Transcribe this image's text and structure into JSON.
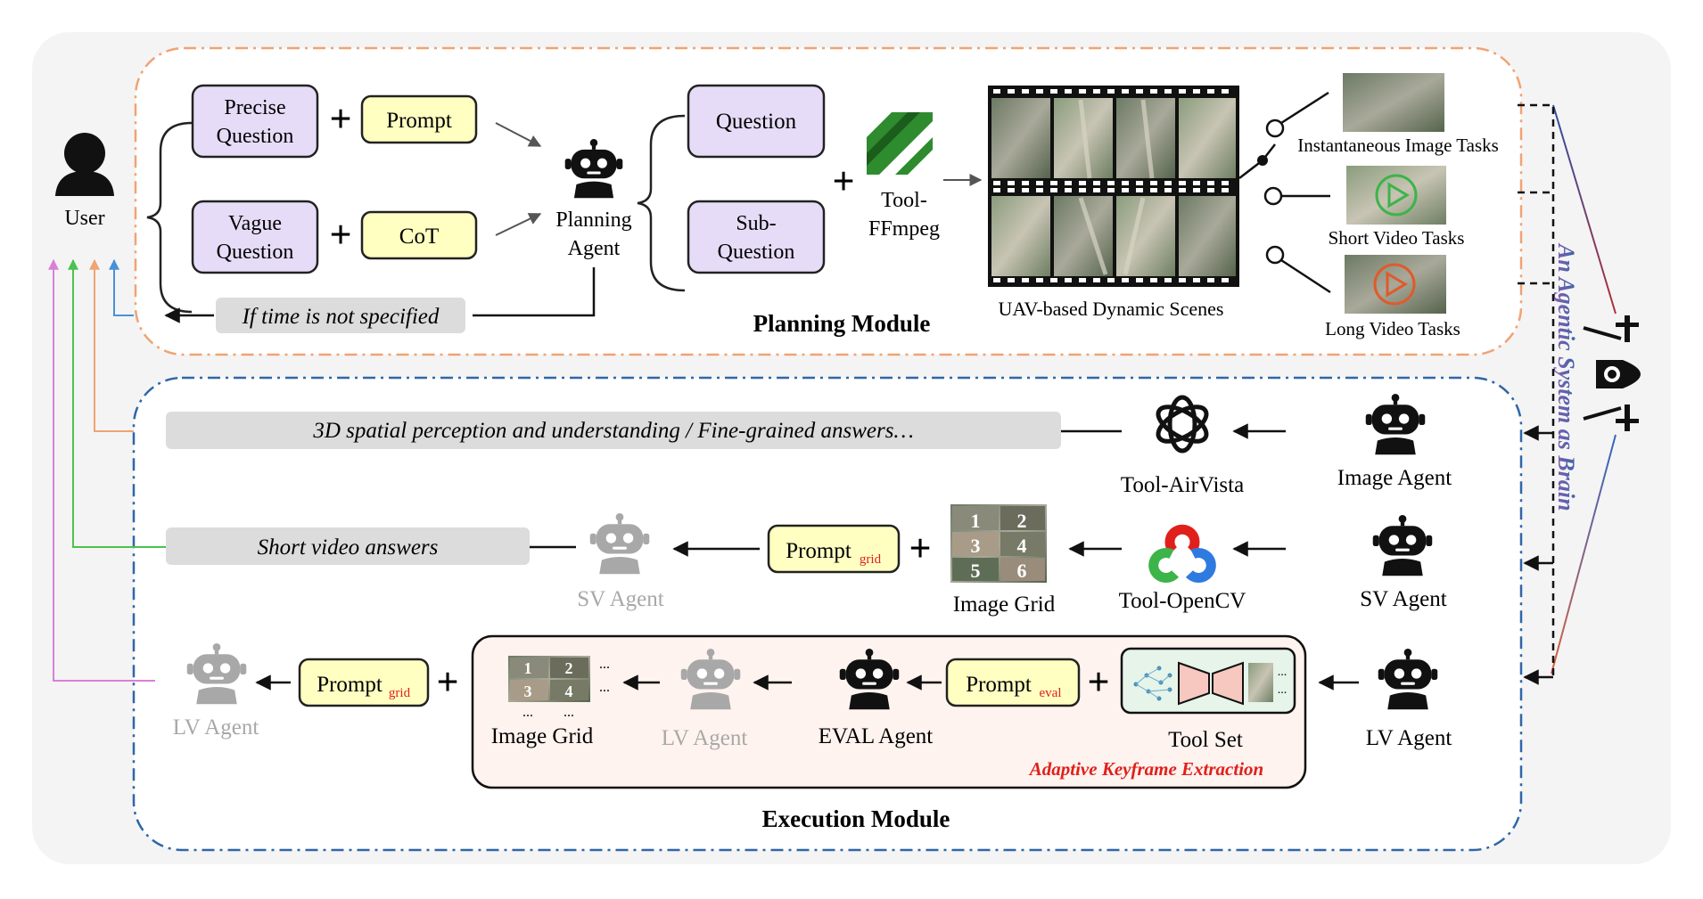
{
  "user": {
    "label": "User"
  },
  "planning": {
    "title": "Planning Module",
    "precise_question": [
      "Precise",
      "Question"
    ],
    "vague_question": [
      "Vague",
      "Question"
    ],
    "prompt": "Prompt",
    "cot": "CoT",
    "planning_agent": [
      "Planning",
      "Agent"
    ],
    "question": "Question",
    "sub_question": [
      "Sub-",
      "Question"
    ],
    "tool_ffmpeg": [
      "Tool-",
      "FFmpeg"
    ],
    "time_note": "If time is not specified",
    "scenes_label": "UAV-based Dynamic Scenes",
    "tasks": [
      "Instantaneous Image Tasks",
      "Short Video Tasks",
      "Long Video Tasks"
    ]
  },
  "brain": {
    "label": "An Agentic System as Brain"
  },
  "execution": {
    "title": "Execution Module",
    "row1": {
      "answer": "3D spatial perception and understanding / Fine-grained answers…",
      "tool": "Tool-AirVista",
      "agent": "Image Agent"
    },
    "row2": {
      "answer": "Short video answers",
      "result_agent": "SV Agent",
      "prompt_main": "Prompt",
      "prompt_sub": "grid",
      "grid_label": "Image Grid",
      "grid_numbers": [
        "1",
        "2",
        "3",
        "4",
        "5",
        "6"
      ],
      "tool": "Tool-OpenCV",
      "agent": "SV Agent"
    },
    "row3": {
      "result_agent": "LV Agent",
      "prompt_main": "Prompt",
      "prompt_sub": "grid",
      "grid_label": "Image Grid",
      "grid_numbers": [
        "1",
        "2",
        "3",
        "4"
      ],
      "grid_ellipsis": "...",
      "inner_agent": "LV Agent",
      "eval_agent": "EVAL Agent",
      "eval_prompt_main": "Prompt",
      "eval_prompt_sub": "eval",
      "toolset": "Tool Set",
      "adaptive": "Adaptive Keyframe Extraction",
      "agent": "LV Agent"
    }
  },
  "colors": {
    "purple_box": "#e6dcf7",
    "yellow_box": "#ffffc2",
    "gray_bar": "#dcdcdc",
    "orange_dash": "#f0a374",
    "blue_dash": "#2f66a8",
    "accent_red": "#e0201b",
    "ffmpeg_green": "#2e8b2e",
    "arrow_orange": "#f0a374",
    "arrow_blue": "#4a90d9",
    "arrow_green": "#4cc24c",
    "arrow_pink": "#d880d8"
  }
}
